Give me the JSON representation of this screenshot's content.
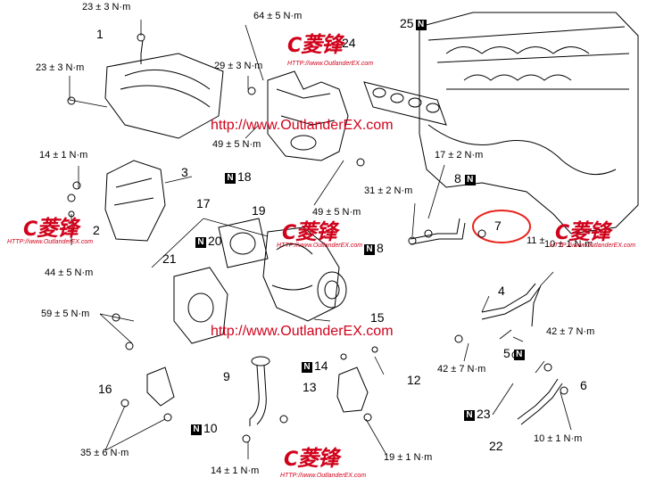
{
  "diagram": {
    "torques": {
      "t_23a": "23 ± 3 N·m",
      "t_23b": "23 ± 3 N·m",
      "t_64": "64 ± 5 N·m",
      "t_29": "29 ± 3 N·m",
      "t_49a": "49 ± 5 N·m",
      "t_14a": "14 ± 1 N·m",
      "t_44": "44 ± 5 N·m",
      "t_49b": "49 ± 5 N·m",
      "t_17": "17 ± 2 N·m",
      "t_31": "31 ± 2 N·m",
      "t_11": "11 ± ",
      "t_10a": "10 ± 1 N·m",
      "t_59": "59 ± 5 N·m",
      "t_42a": "42 ± 7 N·m",
      "t_42b": "42 ± 7 N·m",
      "t_35": "35 ± 6 N·m",
      "t_14b": "14 ± 1 N·m",
      "t_19": "19 ± 1 N·m",
      "t_10b": "10 ± 1 N·m"
    },
    "parts": {
      "p1": "1",
      "p2": "2",
      "p3": "3",
      "p4": "4",
      "p5": "5",
      "p6": "6",
      "p7": "7",
      "p8a": "8",
      "p8b": "8",
      "p9": "9",
      "p10": "10",
      "p12": "12",
      "p13": "13",
      "p14": "14",
      "p15": "15",
      "p16": "16",
      "p17": "17",
      "p18": "18",
      "p19": "19",
      "p20": "20",
      "p21": "21",
      "p22": "22",
      "p23": "23",
      "p24": "24",
      "p25": "25"
    },
    "n_marker": "N"
  },
  "watermarks": {
    "url": "http://www.OutlanderEX.com",
    "url_small": "HTTP://www.OutlanderEX.com",
    "brand": "菱锋"
  },
  "colors": {
    "line": "#000000",
    "watermark": "#d0021b",
    "highlight_circle": "#e8231a"
  }
}
